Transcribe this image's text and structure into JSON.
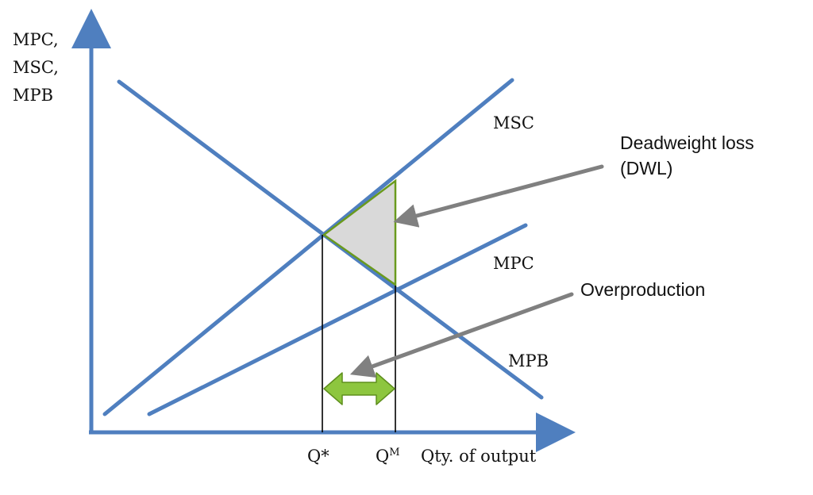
{
  "y_axis_label": [
    "MPC,",
    "MSC,",
    "MPB"
  ],
  "x_axis_label": "Qty. of output",
  "curves": {
    "msc": "MSC",
    "mpc": "MPC",
    "mpb": "MPB"
  },
  "quantities": {
    "q_star": "Q*",
    "q_m_base": "Q",
    "q_m_sup": "M"
  },
  "annotations": {
    "dwl_line1": "Deadweight loss",
    "dwl_line2": "(DWL)",
    "overproduction": "Overproduction"
  },
  "colors": {
    "curve": "#4f7fbf",
    "dwl_fill": "#d9d9d9",
    "dwl_stroke": "#6a9a1e",
    "double_arrow_fill": "#8dc63f",
    "double_arrow_stroke": "#5e8f1d",
    "pointer": "#808080",
    "guide": "#000000"
  }
}
